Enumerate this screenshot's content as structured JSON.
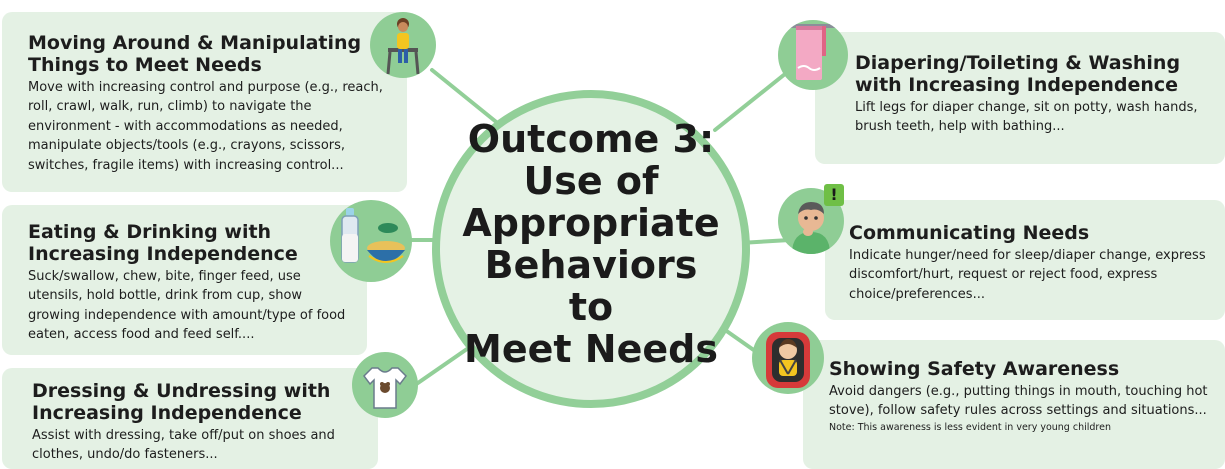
{
  "center": {
    "title_lines": [
      "Outcome 3:",
      "Use of",
      "Appropriate",
      "Behaviors to",
      "Meet Needs"
    ]
  },
  "cards": {
    "moving": {
      "title_lines": [
        "Moving Around & Manipulating",
        "Things to Meet Needs"
      ],
      "body": "Move with increasing control and purpose (e.g., reach, roll, crawl, walk, run, climb) to navigate the environment - with accommodations as needed, manipulate objects/tools (e.g., crayons, scissors, switches, fragile items) with increasing control...",
      "icon": "child-walker-icon"
    },
    "eating": {
      "title_lines": [
        "Eating & Drinking with",
        "Increasing Independence"
      ],
      "body": "Suck/swallow, chew, bite, finger feed, use utensils, hold bottle, drink from cup, show growing independence with amount/type of food eaten, access food and feed self....",
      "icon": "bottle-bowl-icon"
    },
    "dressing": {
      "title_lines": [
        "Dressing & Undressing with",
        "Increasing Independence"
      ],
      "body": "Assist with dressing, take off/put on shoes and clothes, undo/do fasteners...",
      "icon": "tshirt-icon"
    },
    "diapering": {
      "title_lines": [
        "Diapering/Toileting & Washing",
        "with Increasing Independence"
      ],
      "body": "Lift legs for diaper change, sit on potty, wash hands, brush teeth, help with bathing...",
      "icon": "towel-icon"
    },
    "communicating": {
      "title_lines": [
        "Communicating Needs"
      ],
      "body": "Indicate hunger/need for sleep/diaper change, express discomfort/hurt, request or reject food, express choice/preferences...",
      "icon": "thinking-person-icon",
      "badge": "!"
    },
    "safety": {
      "title_lines": [
        "Showing Safety Awareness"
      ],
      "body": "Avoid dangers (e.g., putting things in mouth, touching hot stove), follow safety rules across settings and situations...",
      "note": "Note: This awareness is less evident in very young children",
      "icon": "car-seat-icon"
    }
  },
  "colors": {
    "card_bg": "#e4f1e4",
    "accent_green": "#8fcd95",
    "hub_bg": "#e5f2e5"
  }
}
